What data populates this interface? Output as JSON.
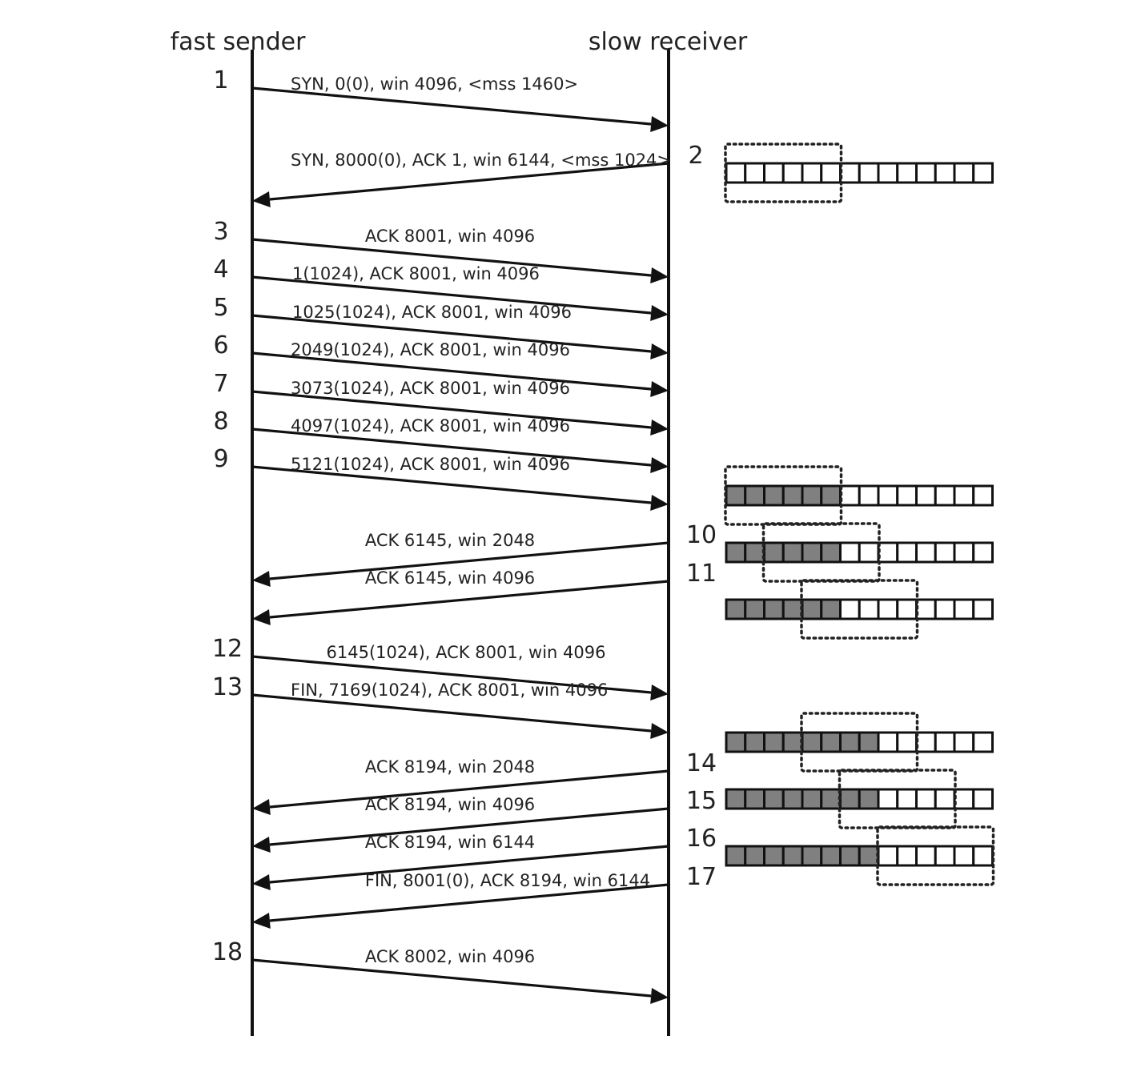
{
  "actors": {
    "sender": "fast sender",
    "receiver": "slow receiver"
  },
  "messages": [
    {
      "seq": "1",
      "label": "SYN, 0(0), win 4096, <mss 1460>",
      "direction": "to_receiver"
    },
    {
      "seq": "2",
      "label": "SYN, 8000(0), ACK 1, win 6144, <mss 1024>",
      "direction": "to_sender"
    },
    {
      "seq": "3",
      "label": "ACK 8001, win 4096",
      "direction": "to_receiver"
    },
    {
      "seq": "4",
      "label": "1(1024), ACK 8001, win 4096",
      "direction": "to_receiver"
    },
    {
      "seq": "5",
      "label": "1025(1024), ACK 8001, win 4096",
      "direction": "to_receiver"
    },
    {
      "seq": "6",
      "label": "2049(1024), ACK 8001, win 4096",
      "direction": "to_receiver"
    },
    {
      "seq": "7",
      "label": "3073(1024), ACK 8001, win 4096",
      "direction": "to_receiver"
    },
    {
      "seq": "8",
      "label": "4097(1024), ACK 8001, win 4096",
      "direction": "to_receiver"
    },
    {
      "seq": "9",
      "label": "5121(1024), ACK 8001, win 4096",
      "direction": "to_receiver"
    },
    {
      "seq": "10",
      "label": "ACK 6145, win 2048",
      "direction": "to_sender"
    },
    {
      "seq": "11",
      "label": "ACK 6145, win 4096",
      "direction": "to_sender"
    },
    {
      "seq": "12",
      "label": "6145(1024), ACK 8001, win 4096",
      "direction": "to_receiver"
    },
    {
      "seq": "13",
      "label": "FIN, 7169(1024), ACK 8001, win 4096",
      "direction": "to_receiver"
    },
    {
      "seq": "14",
      "label": "ACK 8194, win 2048",
      "direction": "to_sender"
    },
    {
      "seq": "15",
      "label": "ACK 8194, win 4096",
      "direction": "to_sender"
    },
    {
      "seq": "16",
      "label": "ACK 8194, win 6144",
      "direction": "to_sender"
    },
    {
      "seq": "17",
      "label": "FIN, 8001(0), ACK 8194, win 6144",
      "direction": "to_sender"
    },
    {
      "seq": "18",
      "label": "ACK 8002, win 4096",
      "direction": "to_receiver"
    }
  ],
  "window_states": [
    {
      "total_cells": 14,
      "filled_cells": 0,
      "window_start_cell": 0,
      "window_cells": 6
    },
    {
      "total_cells": 14,
      "filled_cells": 6,
      "window_start_cell": 0,
      "window_cells": 6
    },
    {
      "total_cells": 14,
      "filled_cells": 6,
      "window_start_cell": 2,
      "window_cells": 6
    },
    {
      "total_cells": 14,
      "filled_cells": 6,
      "window_start_cell": 4,
      "window_cells": 6
    },
    {
      "total_cells": 14,
      "filled_cells": 8,
      "window_start_cell": 4,
      "window_cells": 6
    },
    {
      "total_cells": 14,
      "filled_cells": 8,
      "window_start_cell": 6,
      "window_cells": 6
    },
    {
      "total_cells": 14,
      "filled_cells": 8,
      "window_start_cell": 8,
      "window_cells": 6
    }
  ],
  "colors": {
    "line": "#111111",
    "filled_cell": "#808080",
    "empty_cell": "#ffffff"
  }
}
